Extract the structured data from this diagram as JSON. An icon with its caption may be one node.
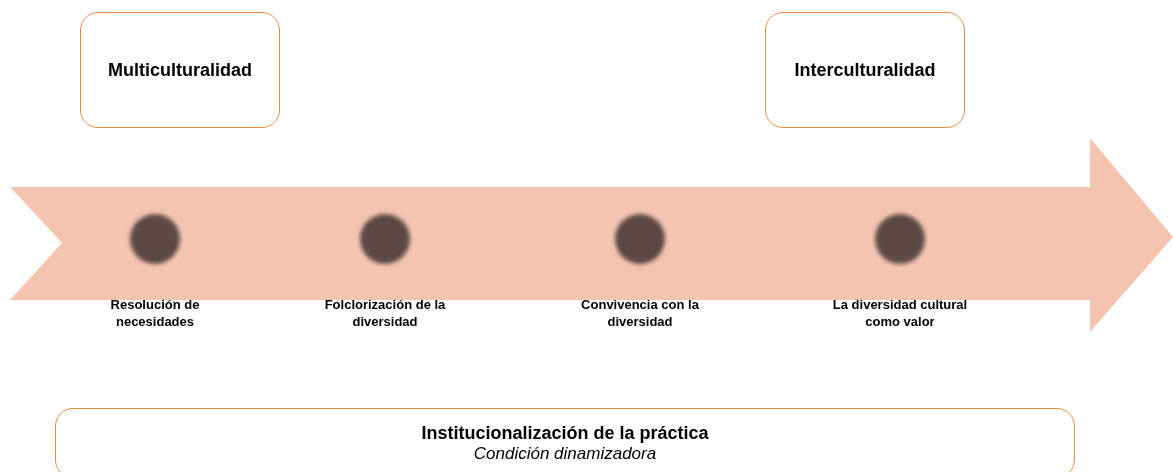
{
  "diagram": {
    "nodes": [
      {
        "text": [
          "Multiculturalidad"
        ]
      },
      {
        "text": [
          "Interculturalidad"
        ]
      },
      {
        "text": [],
        "shape": "circle",
        "beside": [
          "Resolución de necesidades"
        ]
      },
      {
        "text": [],
        "shape": "circle",
        "beside": [
          "Folclorización de la diversidad"
        ]
      },
      {
        "text": [],
        "shape": "circle",
        "beside": [
          "Convivencia con la diversidad"
        ]
      },
      {
        "text": [],
        "shape": "circle",
        "beside": [
          "La diversidad cultural como valor"
        ]
      },
      {
        "text": [
          "Institucionalización de la práctica",
          "Condición dinamizadora"
        ]
      }
    ],
    "edges": []
  }
}
